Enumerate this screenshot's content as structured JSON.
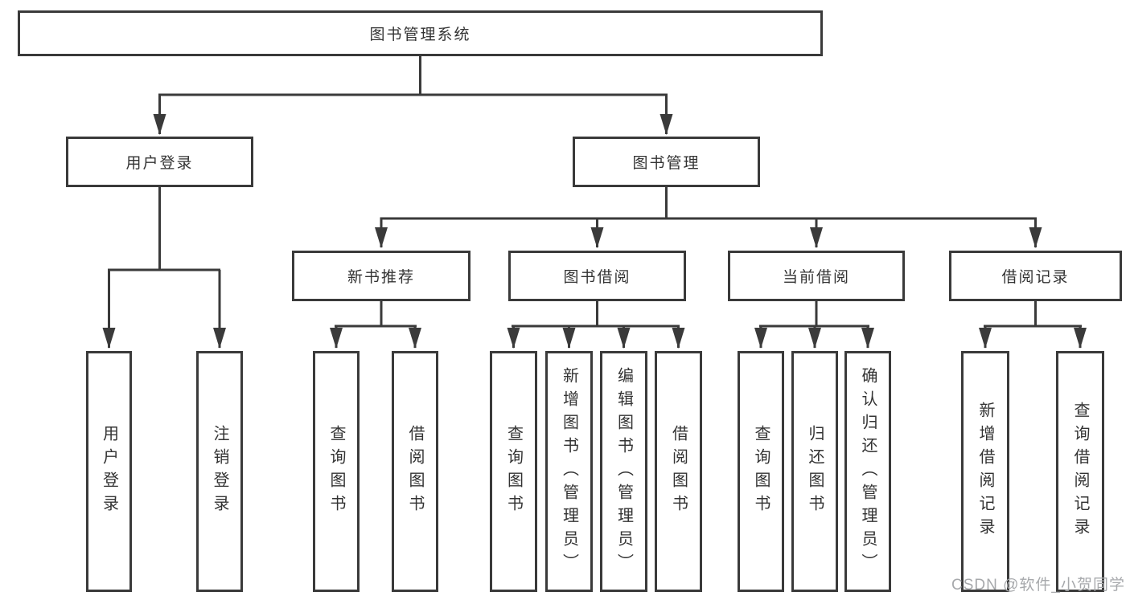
{
  "diagram": {
    "root": {
      "label": "图书管理系统"
    },
    "level2": [
      {
        "label": "用户登录"
      },
      {
        "label": "图书管理"
      }
    ],
    "level3": [
      {
        "label": "新书推荐"
      },
      {
        "label": "图书借阅"
      },
      {
        "label": "当前借阅"
      },
      {
        "label": "借阅记录"
      }
    ],
    "leaves": {
      "user_login": [
        "用户登录",
        "注销登录"
      ],
      "new_book": [
        "查询图书",
        "借阅图书"
      ],
      "book_borrow": [
        "查询图书",
        "新增图书（管理员）",
        "编辑图书（管理员）",
        "借阅图书"
      ],
      "current_borrow": [
        "查询图书",
        "归还图书",
        "确认归还（管理员）"
      ],
      "borrow_records": [
        "新增借阅记录",
        "查询借阅记录"
      ]
    }
  },
  "watermark": {
    "text": "CSDN @软件_小贺同学"
  },
  "colors": {
    "line": "#3a3a3a",
    "text": "#333333",
    "watermark": "#a7a9ac",
    "background": "#ffffff"
  }
}
